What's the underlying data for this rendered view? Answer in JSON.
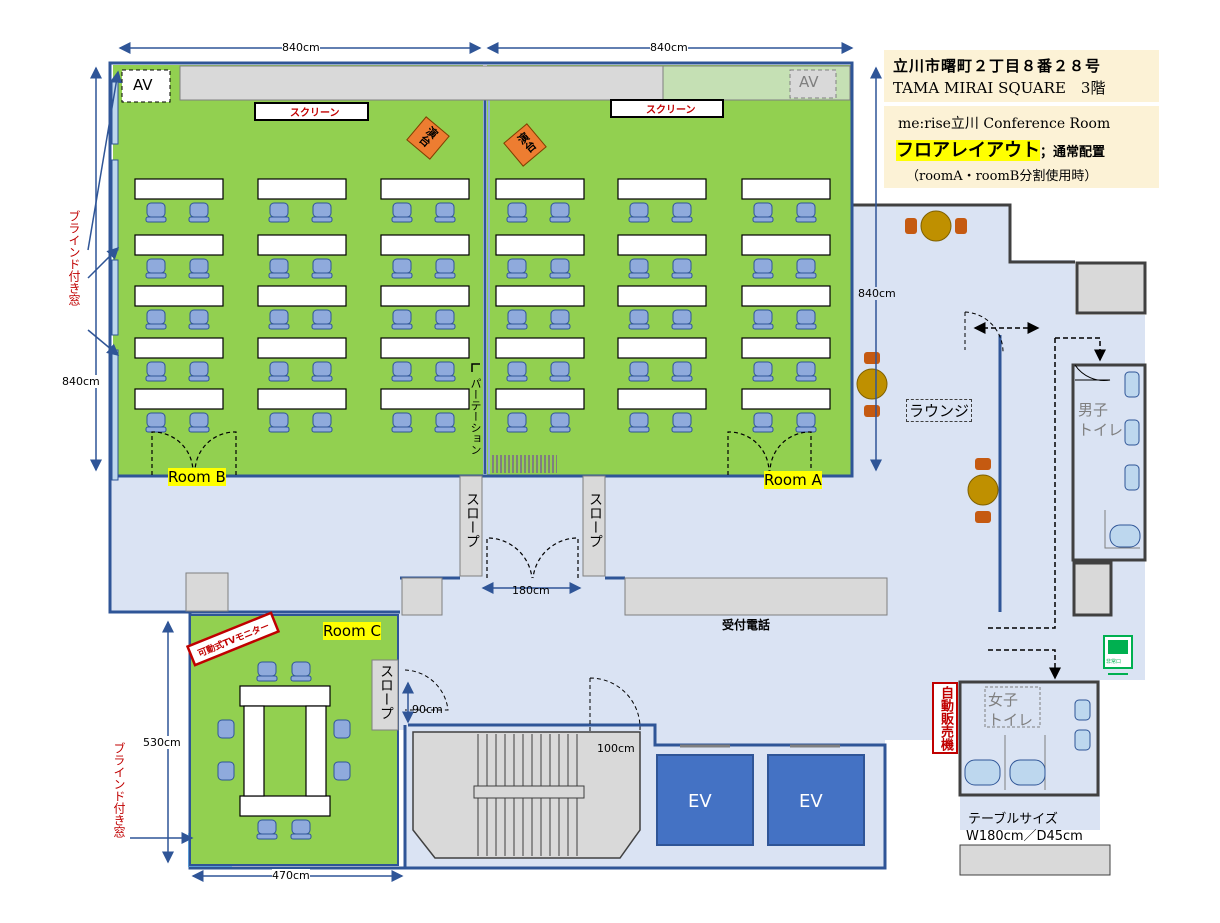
{
  "info": {
    "address_line": "立川市曙町２丁目８番２８号",
    "building_line": "TAMA MIRAI SQUARE　3階",
    "venue_line": "me:rise立川 Conference Room",
    "layout_title": "フロアレイアウト",
    "layout_mode": "；通常配置",
    "layout_note": "（roomA・roomB分割使用時）"
  },
  "dimensions": {
    "top_left": "840cm",
    "top_right": "840cm",
    "left_side": "840cm",
    "right_side": "840cm",
    "door": "180cm",
    "room_c_height": "530cm",
    "room_c_width": "470cm",
    "slope_c": "90cm",
    "stair_door": "100cm"
  },
  "labels": {
    "av": "AV",
    "screen": "スクリーン",
    "podium": "演台",
    "room_a": "Room A",
    "room_b": "Room B",
    "room_c": "Room C",
    "partition": "パーテーション",
    "slope": "スロープ",
    "lounge": "ラウンジ",
    "reception": "受付電話",
    "mens_toilet_1": "男子",
    "mens_toilet_2": "トイレ",
    "womens_toilet_1": "女子",
    "womens_toilet_2": "トイレ",
    "vending": "自動販売機",
    "blind_window": "ブラインド付き窓",
    "tv_monitor": "可動式TVモニター",
    "ev": "EV",
    "exit": "非常口",
    "table_size_title": "テーブルサイズ",
    "table_size_value": "W180cm／D45cm"
  },
  "colors": {
    "room_green": "#92d050",
    "corridor": "#dae3f3",
    "wall": "#2f5597",
    "chair": "#8faadc",
    "gray": "#d9d9d9",
    "ev_blue": "#4472c4",
    "podium_orange": "#ed7d31",
    "lounge_table": "#bf9000",
    "lounge_chair": "#c55a11"
  }
}
